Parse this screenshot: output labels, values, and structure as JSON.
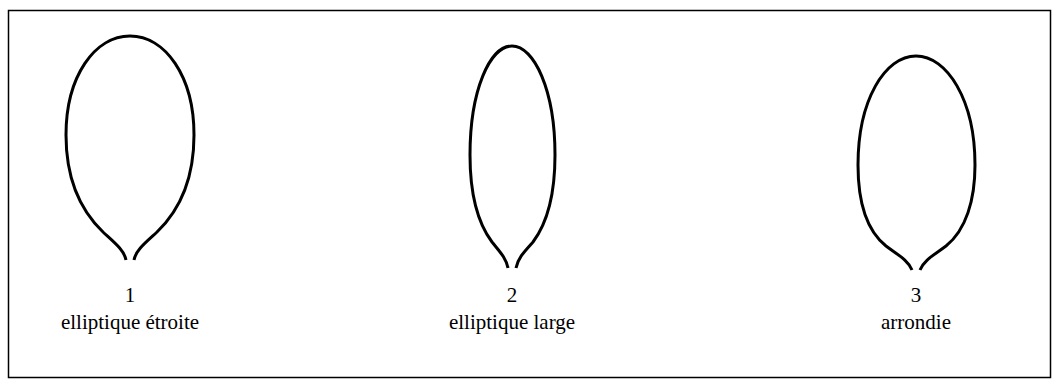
{
  "diagram": {
    "labels": [
      "1",
      "elliptique étroite",
      "2",
      "elliptique large",
      "3",
      "arrondie"
    ]
  }
}
